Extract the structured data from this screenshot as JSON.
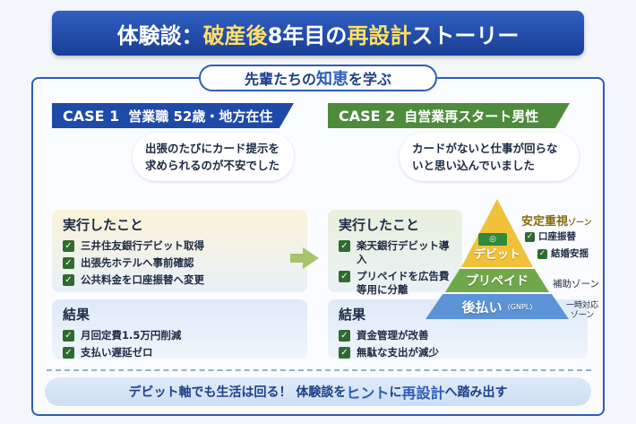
{
  "title": {
    "part1": "体験談：",
    "part2": "破産後",
    "part3": "8年目の",
    "part4": "再設計",
    "part5": "ストーリー"
  },
  "subtitle": {
    "part1": "先輩たちの",
    "part2": "知恵",
    "part3": "を学ぶ"
  },
  "cases": [
    {
      "case_label": "CASE 1",
      "heading": "営業職 52歳・地方在住",
      "quote": "出張のたびにカード提示を求められるのが不安でした",
      "did_title": "実行したこと",
      "did": [
        "三井住友銀行デビット取得",
        "出張先ホテルへ事前確認",
        "公共料金を口座振替へ変更"
      ],
      "result_title": "結果",
      "results": [
        "月回定費1.5万円削減",
        "支払い遅延ゼロ"
      ]
    },
    {
      "case_label": "CASE 2",
      "heading": "自営業再スタート男性",
      "quote": "カードがないと仕事が回らないと思い込んでいました",
      "did_title": "実行したこと",
      "did": [
        "楽天銀行デビット導入",
        "プリペイドを広告費等用に分離"
      ],
      "result_title": "結果",
      "results": [
        "資金管理が改善",
        "無駄な支出が減少"
      ]
    }
  ],
  "pyramid": {
    "top": "デビット",
    "middle": "プリペイド",
    "bottom": "後払い",
    "bottom_note": "(GNPL)",
    "zone_top": "安定重視",
    "zone_top_suffix": "ゾーン",
    "zone_top_items": [
      "口座振替",
      "結婚安揺"
    ],
    "zone_middle": "補助ゾーン",
    "zone_bottom": "一時対応ゾーン"
  },
  "footer": {
    "part1": "デビット軸でも生活は回る！ 体験談を",
    "part2": "ヒント",
    "part3": "に",
    "part4": "再設計",
    "part5": "へ踏み出す"
  },
  "colors": {
    "primary": "#1e4aa8",
    "case2": "#4f8b3c",
    "debit": "#f0c23a",
    "prepaid": "#6fa84a",
    "bnpl": "#5b93d6"
  }
}
